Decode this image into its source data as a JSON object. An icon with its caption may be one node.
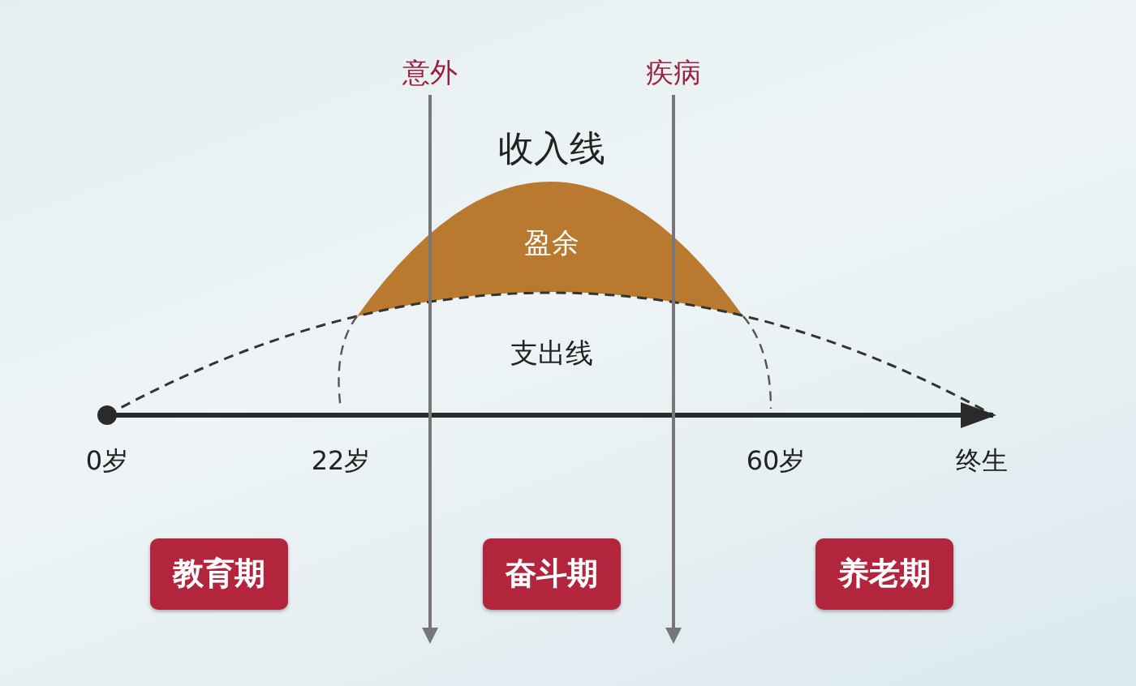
{
  "diagram": {
    "nodes": [
      {
        "text": [
          "教育期"
        ]
      },
      {
        "text": [
          "奋斗期"
        ]
      },
      {
        "text": [
          "养老期"
        ]
      },
      {
        "text": [
          "意外"
        ]
      },
      {
        "text": [
          "疾病"
        ]
      }
    ],
    "edges": [
      {
        "from": 3,
        "to": null,
        "arrow": "to"
      },
      {
        "from": 4,
        "to": null,
        "arrow": "to"
      }
    ],
    "labels": [
      "收入线",
      "盈余",
      "支出线",
      "0岁",
      "22岁",
      "60岁",
      "终生"
    ]
  }
}
